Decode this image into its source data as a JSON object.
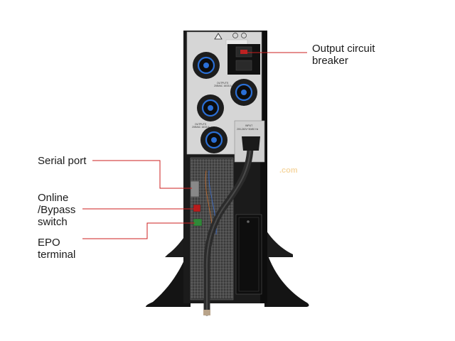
{
  "callouts": {
    "output_breaker": "Output circuit\nbreaker",
    "serial_port": "Serial port",
    "online_bypass": "Online\n/Bypass\nswitch",
    "epo_terminal": "EPO\nterminal"
  },
  "panel_markings": {
    "outputs_top": "OUTPUTS",
    "outputs_top_rating": "208VAC 16/30 A",
    "outputs_bottom": "OUTPUTS",
    "outputs_bottom_rating": "208VAC 16/30 A",
    "input": "INPUT",
    "input_rating": "200-240V~50/60 Hz",
    "watermark": ".com"
  },
  "colors": {
    "callout_line": "#cc1f1f",
    "chassis": "#1b1b1b",
    "panel": "#d9d9d9",
    "outlet_accent": "#2a6fd6"
  }
}
